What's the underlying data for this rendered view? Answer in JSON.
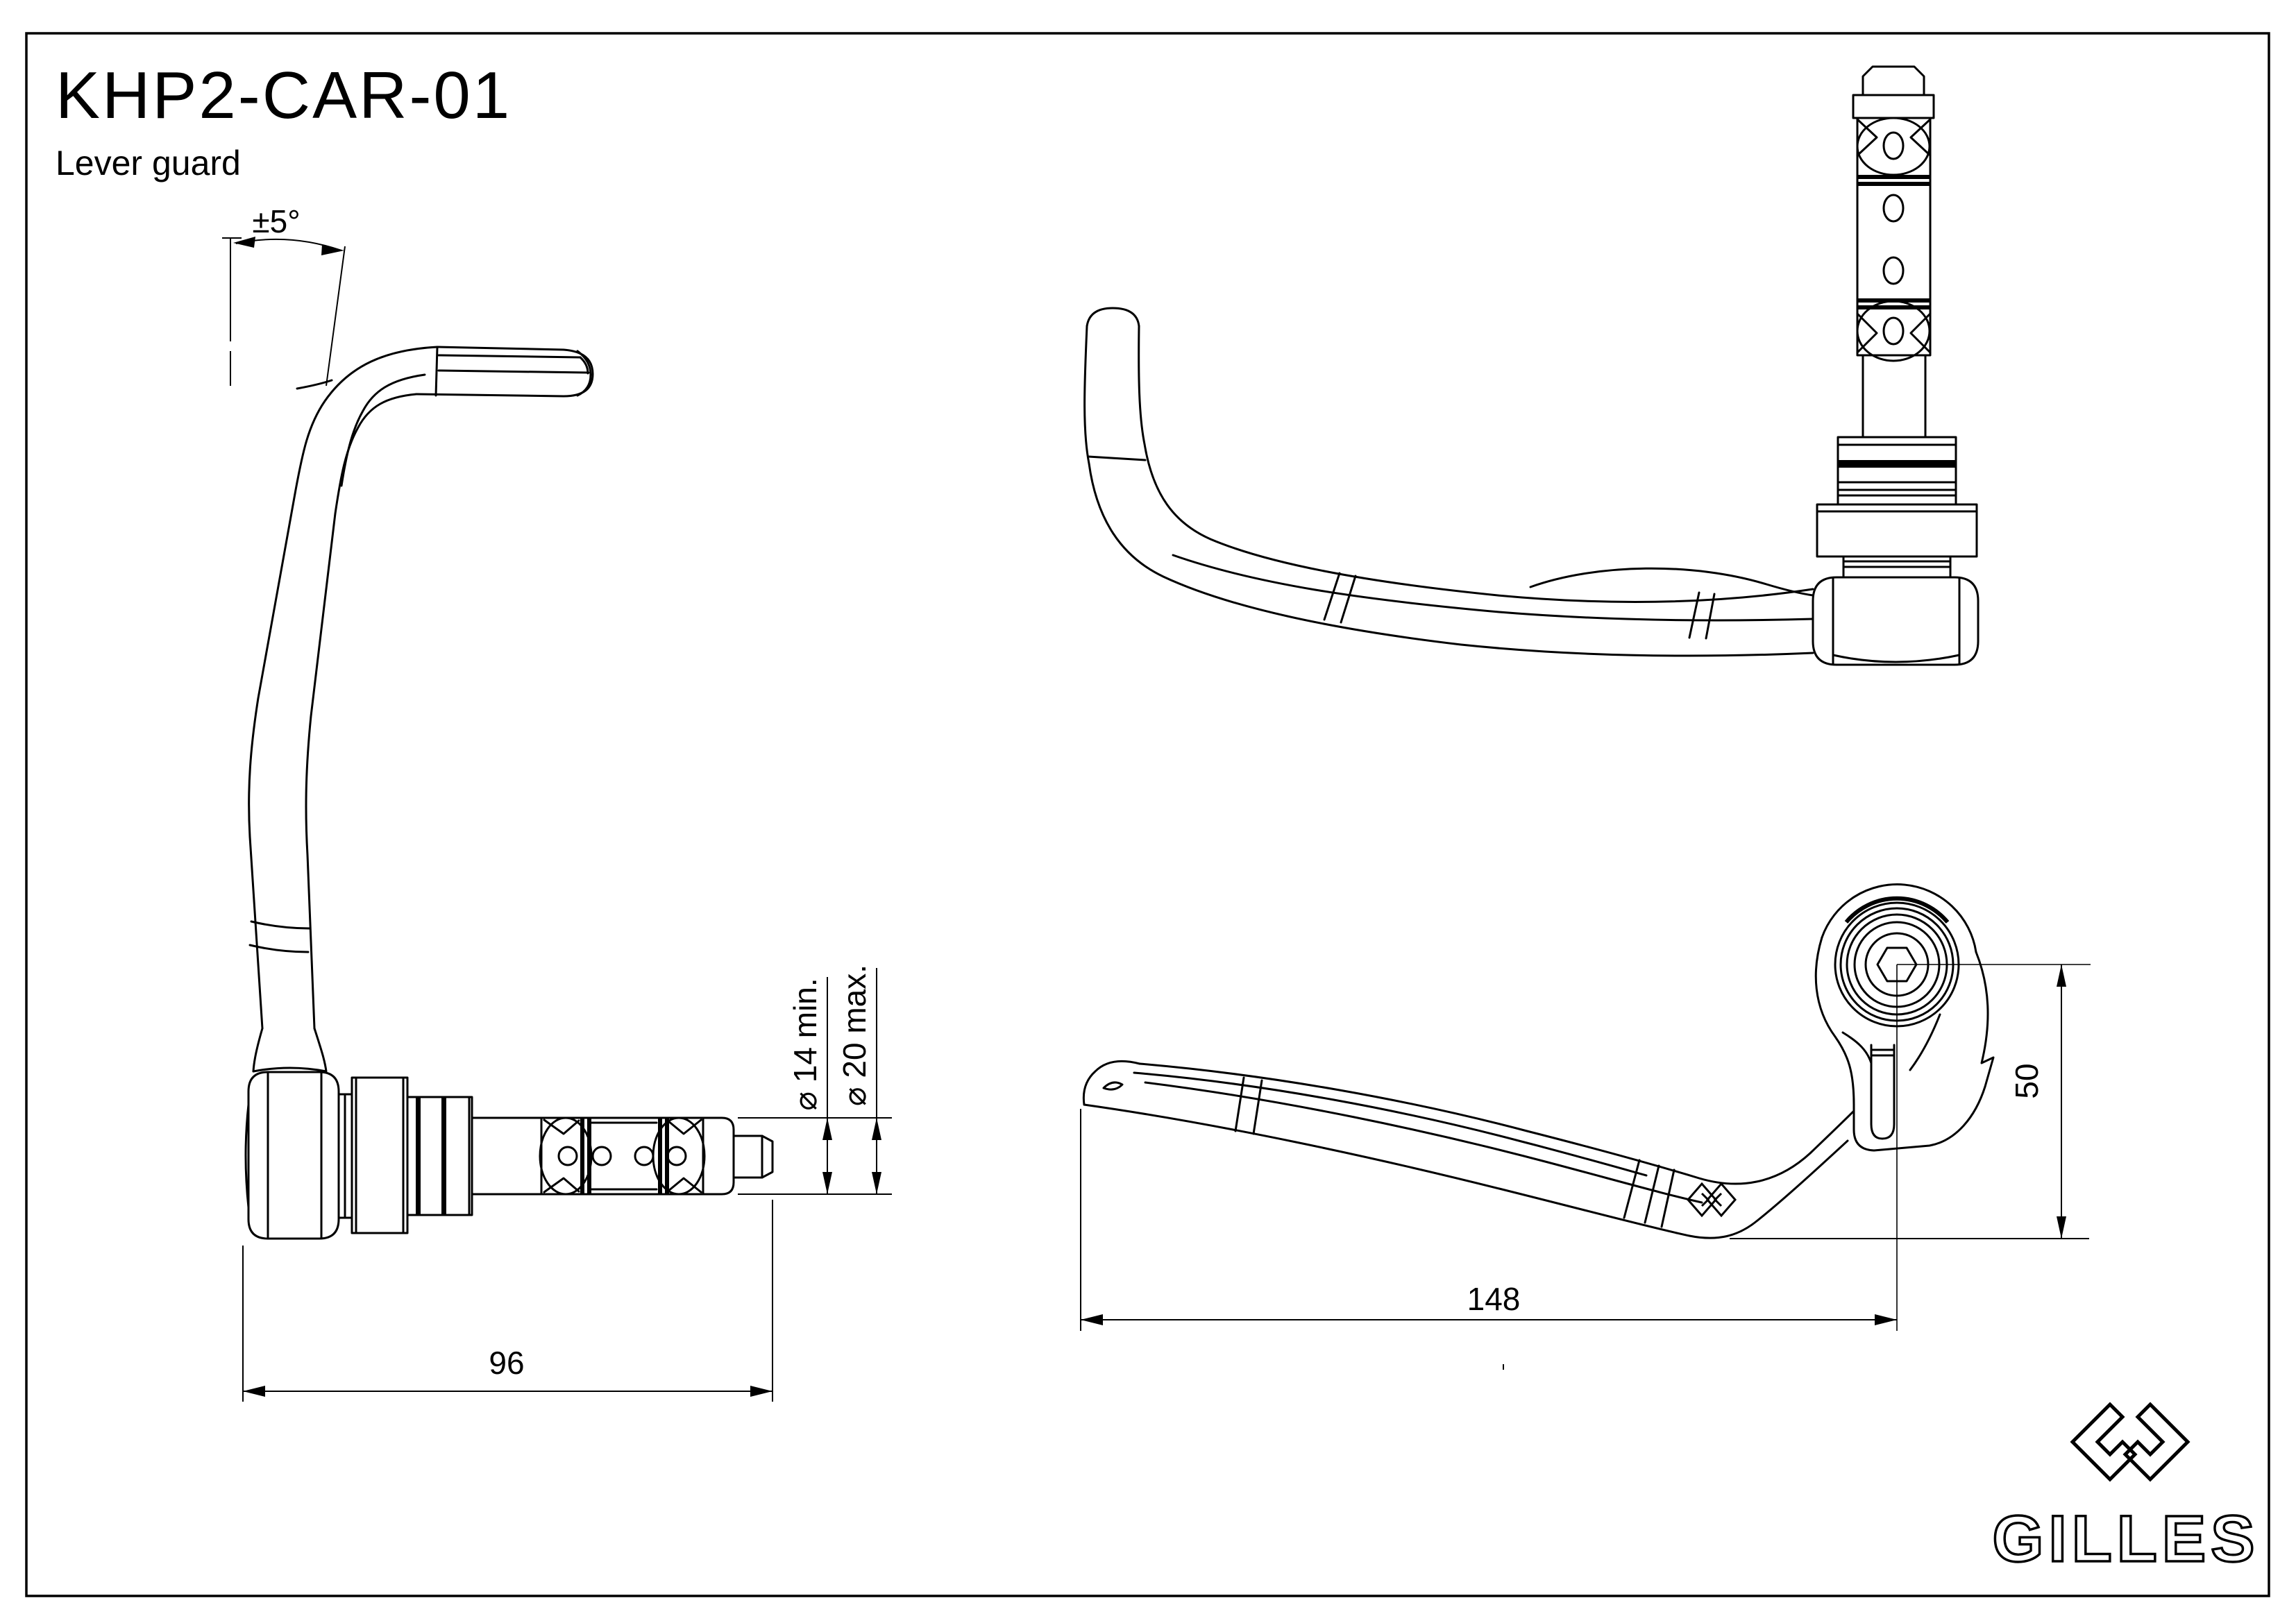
{
  "document": {
    "kind": "technical-drawing",
    "background": "#ffffff",
    "line_color": "#000000"
  },
  "title": {
    "part_number": "KHP2-CAR-01",
    "subtitle": "Lever guard"
  },
  "dimensions": {
    "angle_tolerance": "±5°",
    "mount_length_mm": "96",
    "clamp_diameter_min": "⌀ 14 min.",
    "clamp_diameter_max": "⌀ 20 max.",
    "guard_length_mm": "148",
    "guard_height_mm": "50"
  },
  "logo": {
    "brand": "GILLES"
  }
}
